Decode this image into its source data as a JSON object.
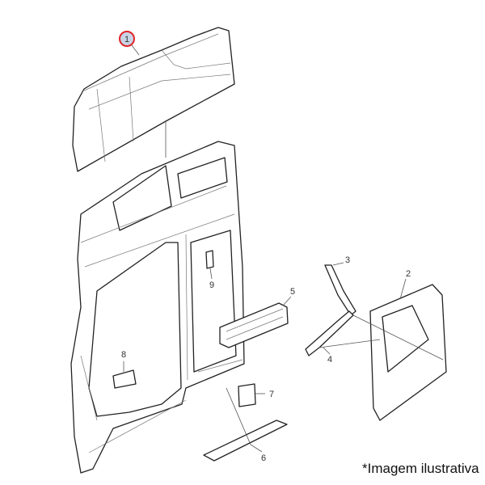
{
  "callouts": [
    {
      "id": "1",
      "label": "1",
      "highlighted": true
    },
    {
      "id": "2",
      "label": "2"
    },
    {
      "id": "3",
      "label": "3"
    },
    {
      "id": "4",
      "label": "4"
    },
    {
      "id": "5",
      "label": "5"
    },
    {
      "id": "6",
      "label": "6"
    },
    {
      "id": "7",
      "label": "7"
    },
    {
      "id": "8",
      "label": "8"
    },
    {
      "id": "9",
      "label": "9"
    }
  ],
  "caption": "*Imagem ilustrativa",
  "colors": {
    "highlight_ring": "#e0262b",
    "highlight_fill": "#c8d4e6",
    "line": "#222222"
  }
}
